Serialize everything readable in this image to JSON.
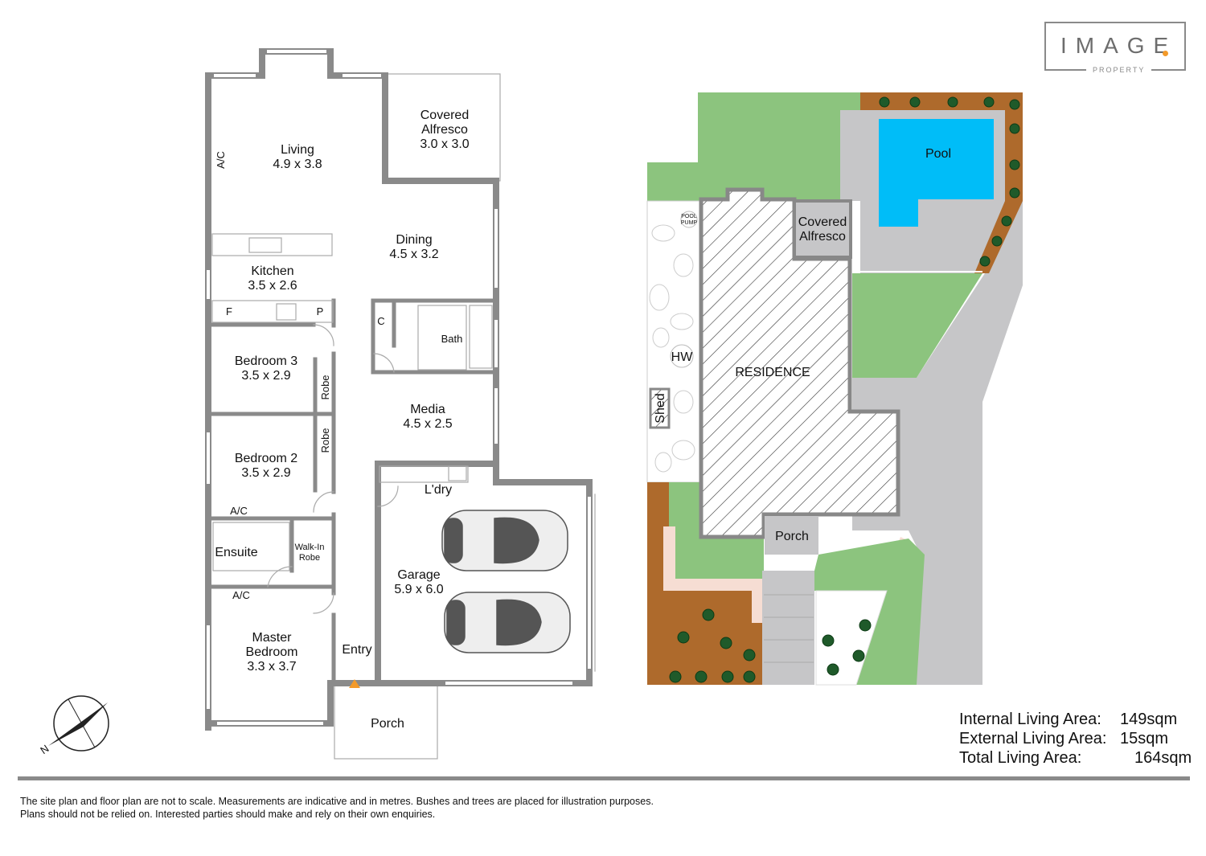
{
  "logo": {
    "word": "IMAGE",
    "sub": "PROPERTY",
    "accent": "#f39a2a"
  },
  "floor_plan": {
    "rooms": [
      {
        "name": "Living",
        "size": "4.9 x 3.8"
      },
      {
        "name": "Covered Alfresco",
        "size": "3.0 x 3.0"
      },
      {
        "name": "Dining",
        "size": "4.5 x 3.2"
      },
      {
        "name": "Kitchen",
        "size": "3.5 x 2.6"
      },
      {
        "name": "Bedroom 3",
        "size": "3.5 x 2.9"
      },
      {
        "name": "Bedroom 2",
        "size": "3.5 x 2.9"
      },
      {
        "name": "Media",
        "size": "4.5 x 2.5"
      },
      {
        "name": "Garage",
        "size": "5.9 x 6.0"
      },
      {
        "name": "Master Bedroom",
        "size": "3.3 x 3.7"
      }
    ],
    "labels": {
      "ac": "A/C",
      "fridge": "F",
      "pantry": "P",
      "cupboard": "C",
      "bath": "Bath",
      "robe": "Robe",
      "ensuite": "Ensuite",
      "walk_in_1": "Walk-In",
      "walk_in_2": "Robe",
      "laundry": "L'dry",
      "entry": "Entry",
      "porch": "Porch",
      "covered": "Covered",
      "alfresco": "Alfresco",
      "master": "Master",
      "bedroom": "Bedroom"
    },
    "compass": "N"
  },
  "site_plan": {
    "pool": "Pool",
    "covered": "Covered",
    "alfresco": "Alfresco",
    "pool_pump_1": "POOL",
    "pool_pump_2": "PUMP",
    "hw": "HW",
    "shed": "Shed",
    "residence": "RESIDENCE",
    "porch": "Porch",
    "colors": {
      "lawn": "#8cc47e",
      "pool": "#00bdf8",
      "paving": "#c6c6c8",
      "garden": "#ae6a2c",
      "path": "#f6ddd3"
    }
  },
  "areas": [
    {
      "label": "Internal Living Area:",
      "value": "149sqm"
    },
    {
      "label": "External Living Area:",
      "value": "15sqm"
    },
    {
      "label": "Total Living Area:",
      "value": "164sqm"
    }
  ],
  "disclaimer": [
    "The site plan and floor plan are not to scale. Measurements are indicative and in metres. Bushes and trees are placed for illustration purposes.",
    "Plans should not be relied on. Interested parties should make and rely on their own enquiries."
  ]
}
